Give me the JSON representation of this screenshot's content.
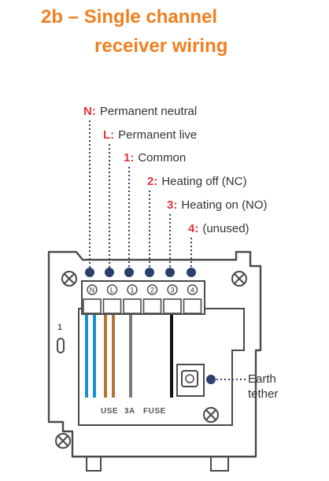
{
  "title": {
    "line1": "2b – Single channel",
    "line2": "receiver wiring"
  },
  "callouts": [
    {
      "code": "N:",
      "text": "Permanent neutral"
    },
    {
      "code": "L:",
      "text": "Permanent live"
    },
    {
      "code": "1:",
      "text": "Common"
    },
    {
      "code": "2:",
      "text": "Heating off (NC)"
    },
    {
      "code": "3:",
      "text": "Heating on (NO)"
    },
    {
      "code": "4:",
      "text": "(unused)"
    }
  ],
  "terminals": [
    "N",
    "L",
    "1",
    "2",
    "3",
    "4"
  ],
  "earth": {
    "line1": "Earth",
    "line2": "tether"
  },
  "plate": {
    "fuse_use": "USE",
    "fuse_rating": "3A",
    "fuse_word": "FUSE",
    "side_mark": "1"
  },
  "colors": {
    "title": "#f07f1f",
    "code": "#e5333d",
    "neutral_wire": "#1a8fd6",
    "live_wire": "#b87333",
    "common_wire": "#7a7a7a",
    "switched_wire": "#111111",
    "plate_outline": "#4a4a4a",
    "leader": "#2a3f6e"
  }
}
